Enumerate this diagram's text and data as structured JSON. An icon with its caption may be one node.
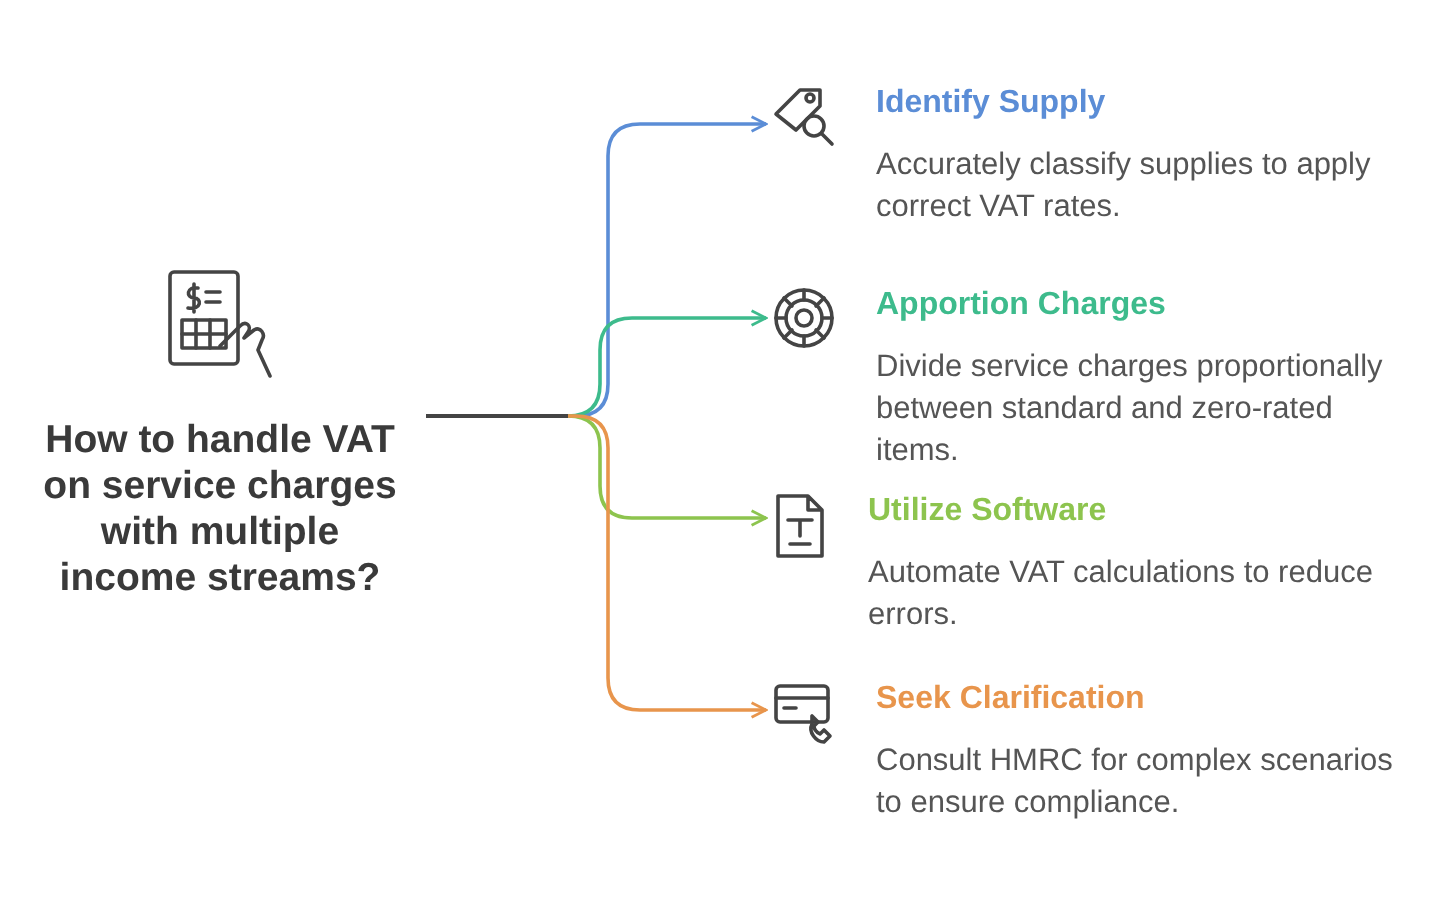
{
  "diagram": {
    "nodes": [
      {
        "text": [
          "How to handle VAT on service charges with multiple income streams?"
        ]
      },
      {
        "text": [
          "Identify Supply",
          "Accurately classify supplies to apply correct VAT rates."
        ]
      },
      {
        "text": [
          "Apportion Charges",
          "Divide service charges proportionally between standard and zero-rated items."
        ]
      },
      {
        "text": [
          "Utilize Software",
          "Automate VAT calculations to reduce errors."
        ]
      },
      {
        "text": [
          "Seek Clarification",
          "Consult HMRC for complex scenarios to ensure compliance."
        ]
      }
    ],
    "edges": [
      {
        "from": 0,
        "to": 1,
        "arrow": "to",
        "color": "#5b8dd6"
      },
      {
        "from": 0,
        "to": 2,
        "arrow": "to",
        "color": "#3dbb8c"
      },
      {
        "from": 0,
        "to": 3,
        "arrow": "to",
        "color": "#8dc44e"
      },
      {
        "from": 0,
        "to": 4,
        "arrow": "to",
        "color": "#e8954c"
      }
    ]
  }
}
